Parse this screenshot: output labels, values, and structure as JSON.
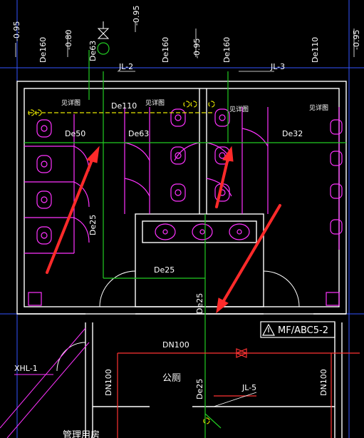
{
  "colors": {
    "background": "#000000",
    "wall": "#ffffff",
    "fixture": "#ff33ff",
    "water_pipe": "#22cc22",
    "drain_pipe": "#e6e600",
    "main_pipe": "#ff3333",
    "annotation_arrow": "#ff2a2a",
    "label": "#ffffff",
    "gridline": "#3355ff"
  },
  "elevation_labels": [
    "-0.95",
    "-0.80",
    "-0.95",
    "-0.95",
    "-0.95"
  ],
  "pipe_labels": {
    "de160_a": "De160",
    "de63_top": "De63",
    "de160_b": "De160",
    "de160_c": "De160",
    "de110_top": "De110",
    "de110": "De110",
    "de50": "De50",
    "de63": "De63",
    "de32": "De32",
    "de25_left": "De25",
    "de25_mid": "De25",
    "de25_center": "De25",
    "de25_bottom": "De25",
    "dn100": "DN100",
    "dn100_left": "DN100",
    "dn100_right": "DN100"
  },
  "riser_labels": {
    "jl2": "JL-2",
    "jl3": "JL-3",
    "jl5": "JL-5",
    "xhl1": "XHL-1"
  },
  "notes": {
    "cleanout_1": "见详图",
    "cleanout_2": "见详图",
    "cleanout_3": "见详图",
    "cleanout_4": "见详图"
  },
  "extinguisher": "MF/ABC5-2",
  "room_labels": {
    "public_toilet": "公厕",
    "bottom_room": "管理用房"
  }
}
